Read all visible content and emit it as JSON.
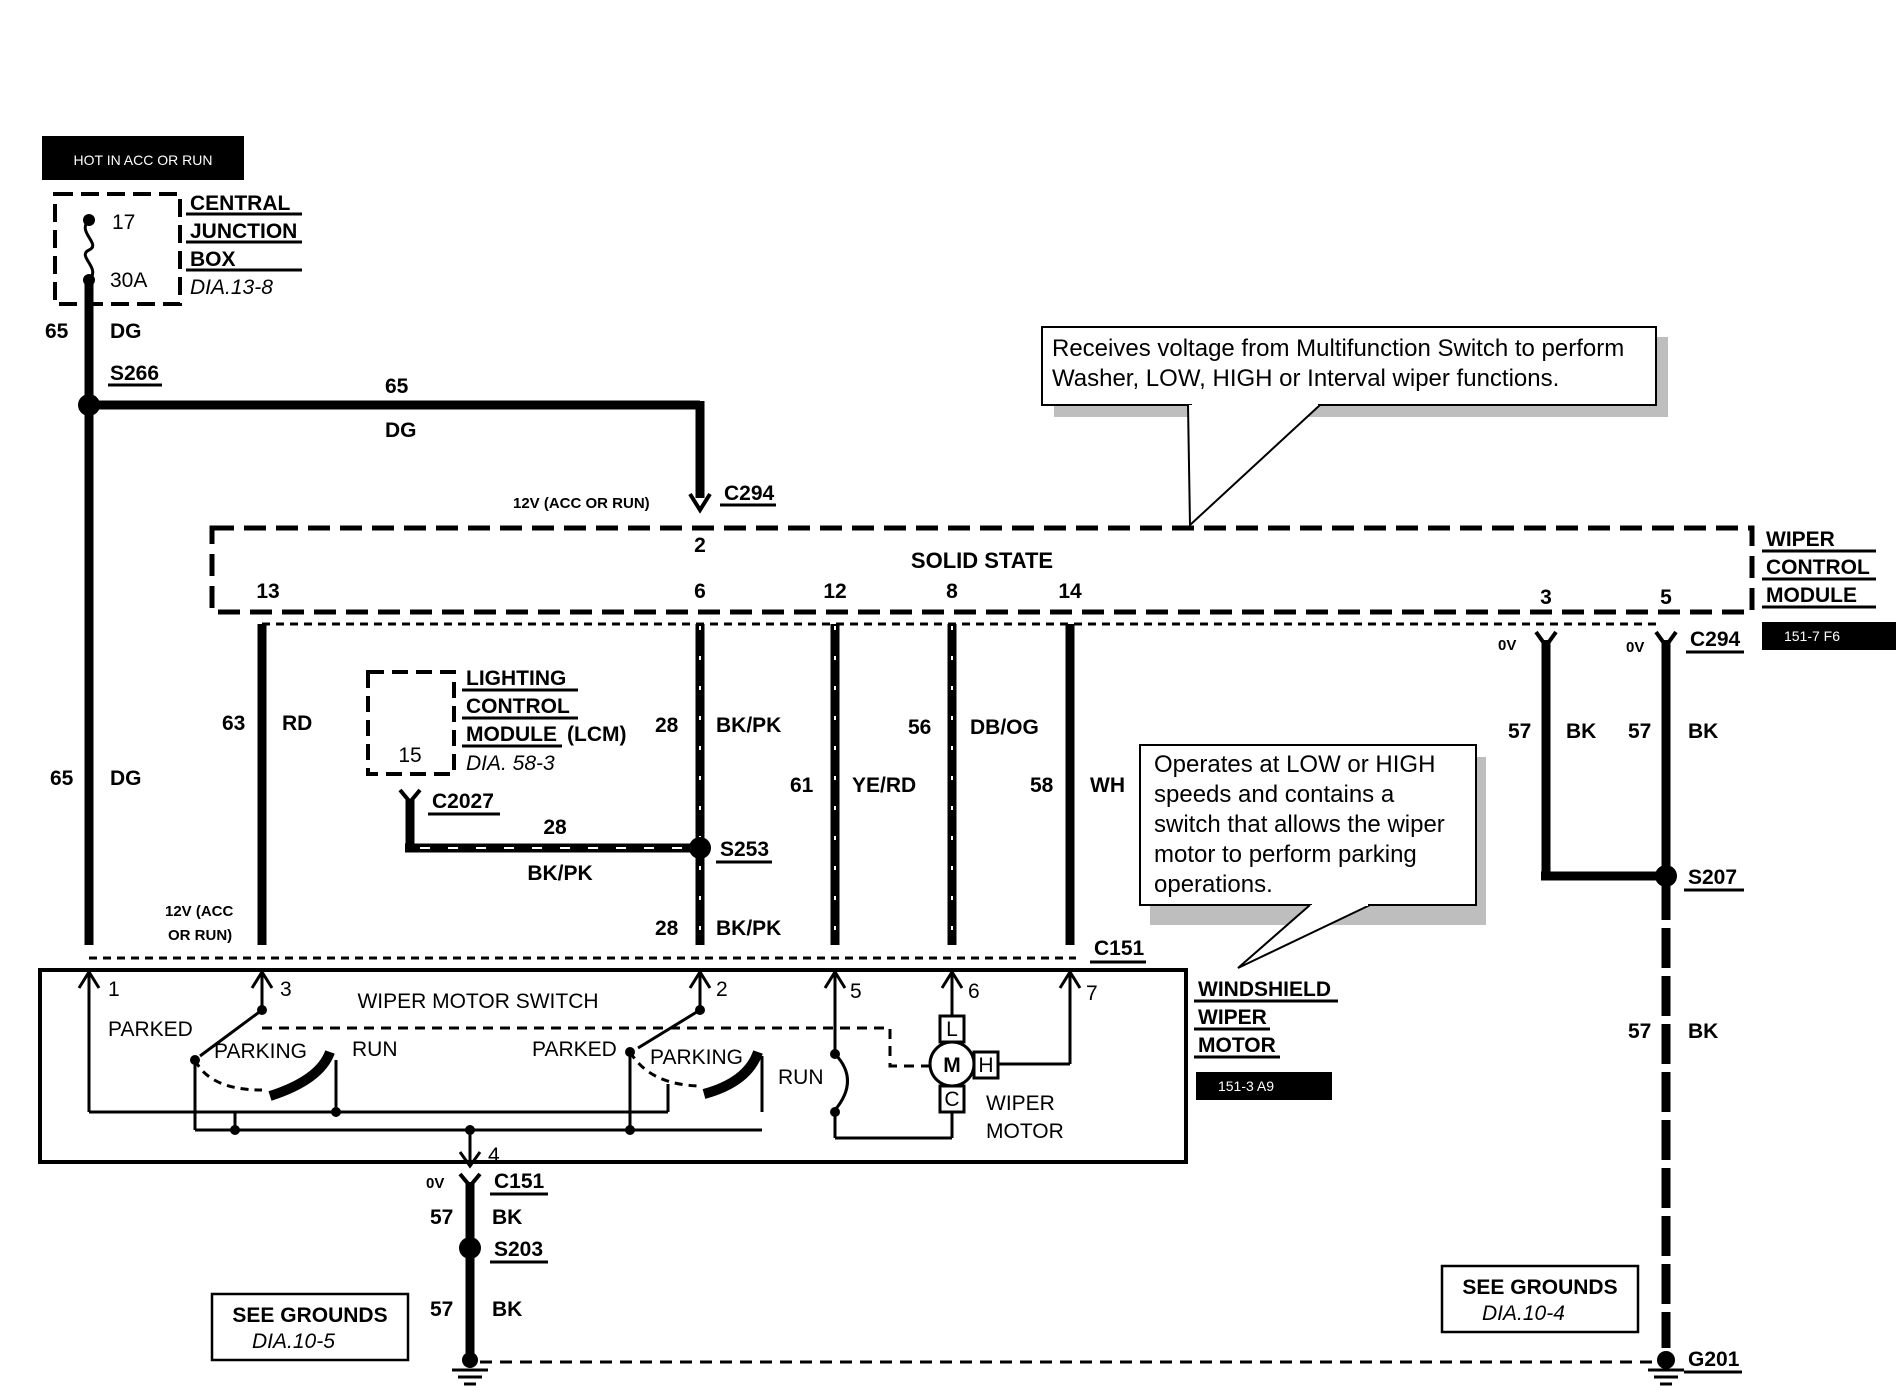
{
  "header": {
    "hot_label": "HOT IN ACC OR RUN"
  },
  "junction_box": {
    "fuse_number": "17",
    "fuse_rating": "30A",
    "name_line1": "CENTRAL",
    "name_line2": "JUNCTION",
    "name_line3": "BOX",
    "ref": "DIA.13-8"
  },
  "wires": {
    "w65_a_num": "65",
    "w65_a_color": "DG",
    "s266": "S266",
    "w65_b_num": "65",
    "w65_b_color": "DG",
    "w65_c_num": "65",
    "w65_c_color": "DG",
    "voltage_12v": "12V (ACC OR RUN)",
    "c294_top": "C294",
    "w63_num": "63",
    "w63_color": "RD",
    "w28_a_num": "28",
    "w28_a_color": "BK/PK",
    "w61_num": "61",
    "w61_color": "YE/RD",
    "w56_num": "56",
    "w56_color": "DB/OG",
    "w58_num": "58",
    "w58_color": "WH",
    "w57_a_num": "57",
    "w57_a_color": "BK",
    "w57_b_num": "57",
    "w57_b_color": "BK",
    "ov1": "0V",
    "ov2": "0V",
    "c294_right": "C294",
    "c2027": "C2027",
    "w28_b_num": "28",
    "w28_b_color": "BK/PK",
    "s253": "S253",
    "w28_c_num": "28",
    "w28_c_color": "BK/PK",
    "voltage_12v_b_line1": "12V (ACC",
    "voltage_12v_b_line2": "OR RUN)",
    "c151_top": "C151",
    "s207": "S207",
    "w57_c_num": "57",
    "w57_c_color": "BK",
    "ov3": "0V",
    "c151_bottom": "C151",
    "w57_d_num": "57",
    "w57_d_color": "BK",
    "s203": "S203",
    "w57_e_num": "57",
    "w57_e_color": "BK",
    "g201": "G201"
  },
  "wiper_control_module": {
    "name_line1": "WIPER",
    "name_line2": "CONTROL",
    "name_line3": "MODULE",
    "ref_badge": "151-7 F6",
    "inner_label": "SOLID STATE",
    "pins": {
      "p2": "2",
      "p13": "13",
      "p6": "6",
      "p12": "12",
      "p8": "8",
      "p14": "14",
      "p3": "3",
      "p5": "5"
    }
  },
  "lcm": {
    "name_line1": "LIGHTING",
    "name_line2": "CONTROL",
    "name_line3": "MODULE",
    "suffix": "(LCM)",
    "pin": "15",
    "ref": "DIA. 58-3"
  },
  "callouts": {
    "top_line1": "Receives voltage from Multifunction Switch to perform",
    "top_line2": "Washer, LOW, HIGH or Interval wiper functions.",
    "mid_line1": "Operates at LOW or HIGH",
    "mid_line2": "speeds and contains a",
    "mid_line3": "switch that allows the wiper",
    "mid_line4": "motor to perform parking",
    "mid_line5": "operations."
  },
  "wiper_motor": {
    "name_line1": "WINDSHIELD",
    "name_line2": "WIPER",
    "name_line3": "MOTOR",
    "ref_badge": "151-3 A9",
    "switch_label": "WIPER MOTOR SWITCH",
    "parked_a": "PARKED",
    "parking_a": "PARKING",
    "run_a": "RUN",
    "parked_b": "PARKED",
    "parking_b": "PARKING",
    "run_b": "RUN",
    "motor_line1": "WIPER",
    "motor_line2": "MOTOR",
    "term_l": "L",
    "term_m": "M",
    "term_h": "H",
    "term_c": "C",
    "pins": {
      "p1": "1",
      "p3": "3",
      "p2": "2",
      "p5": "5",
      "p6": "6",
      "p7": "7",
      "p4": "4"
    }
  },
  "grounds": {
    "left_title": "SEE GROUNDS",
    "left_ref": "DIA.10-5",
    "right_title": "SEE GROUNDS",
    "right_ref": "DIA.10-4"
  }
}
